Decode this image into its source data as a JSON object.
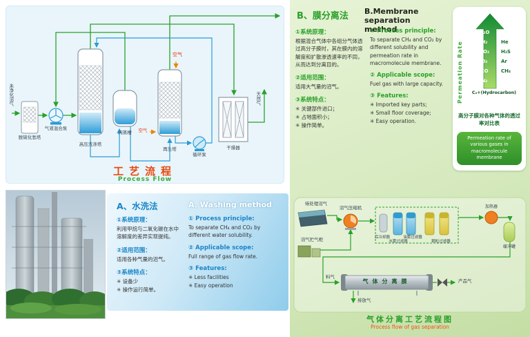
{
  "process_flow": {
    "title_cn": "工艺流程",
    "title_en": "Process Flow",
    "labels": {
      "raw_biogas": "未净化沼气",
      "desulf_tower": "脱硫化氢塔",
      "mix_pump": "气液混合泵",
      "wash_tower": "高压洗涤塔",
      "flash_tank": "闪蒸槽",
      "air_top": "空气",
      "air_side": "空气",
      "regen_tower": "再生塔",
      "circ_pump": "循环泵",
      "dryer": "干燥器",
      "natural_gas": "天然气"
    }
  },
  "washing": {
    "heading_cn": "A、水洗法",
    "heading_en": "A. Washing method",
    "cn_sections": [
      {
        "title": "①系统原理：",
        "body": "利用甲烷与二氧化碳在水中溶解度的差异实现提纯。"
      },
      {
        "title": "②适用范围：",
        "body": "适用各种气量的沼气。"
      },
      {
        "title": "③系统特点：",
        "body": ""
      }
    ],
    "cn_features": [
      "✳ 设备少",
      "✳ 操作运行简单。"
    ],
    "en_sections": [
      {
        "title": "① Process principle:",
        "body": "To separate CH₄ and CO₂ by different water solubility."
      },
      {
        "title": "② Applicable scope:",
        "body": "Full range of gas flow rate."
      },
      {
        "title": "③ Features:",
        "body": ""
      }
    ],
    "en_features": [
      "✳ Less facilities",
      "✳ Easy operation"
    ]
  },
  "membrane": {
    "heading_cn": "B、膜分离法",
    "heading_en": "B.Membrane separation method",
    "cn_sections": [
      {
        "title": "①系统原理：",
        "body": "根据混合气体中各组分气体透过高分子膜时，其在膜内的溶解度和扩散渗透速率的不同，从而达到分离目的。"
      },
      {
        "title": "②适用范围：",
        "body": "适用大气量的沼气。"
      },
      {
        "title": "③系统特点：",
        "body": ""
      }
    ],
    "cn_features": [
      "✳ 关键部件进口；",
      "✳ 占地面积小；",
      "✳ 操作简单。"
    ],
    "en_sections": [
      {
        "title": "① Process principle:",
        "body": "To separate CH₄ and CO₂ by different solubility and permeation rate in macromolecule membrane."
      },
      {
        "title": "② Applicable scope:",
        "body": "Fuel gas with large capacity."
      },
      {
        "title": "③ Features:",
        "body": ""
      }
    ],
    "en_features": [
      "✳ Imported key parts;",
      "✳ Small floor coverage;",
      "✳ Easy operation."
    ],
    "permeation": {
      "axis_label": "Permeation Rate",
      "rows": [
        {
          "on": "H₂O",
          "off": ""
        },
        {
          "on": "H₂",
          "off": "He"
        },
        {
          "on": "CO₂",
          "off": "H₂S"
        },
        {
          "on": "O₂",
          "off": "Ar"
        },
        {
          "on": "CO",
          "off": "CH₄"
        },
        {
          "on": "N₂",
          "off": ""
        },
        {
          "on": "C₂+(Hydrocarbon)",
          "off": ""
        }
      ],
      "caption_cn": "高分子膜对各种气体的透过率对比表",
      "caption_en": "Permeation rate of various gases in macromolecule membrane"
    }
  },
  "separation_flow": {
    "caption_cn": "气体分离工艺流程图",
    "caption_en": "Process flow of gas separation",
    "labels": {
      "feed_top": "待处理沼气",
      "feed_bottom": "沼气贮气柜",
      "compressor": "沼气压缩机",
      "aftercooler": "后冷却器",
      "water_filter": "水雾过滤器",
      "oil_filter": "油雾过滤器",
      "particle_filter": "颗粒过滤器",
      "heater": "加热器",
      "buffer": "缓冲罐",
      "membrane_unit": "气体分离膜",
      "feed_gas": "料气",
      "product_gas": "产品气",
      "vent_gas": "排放气"
    }
  }
}
